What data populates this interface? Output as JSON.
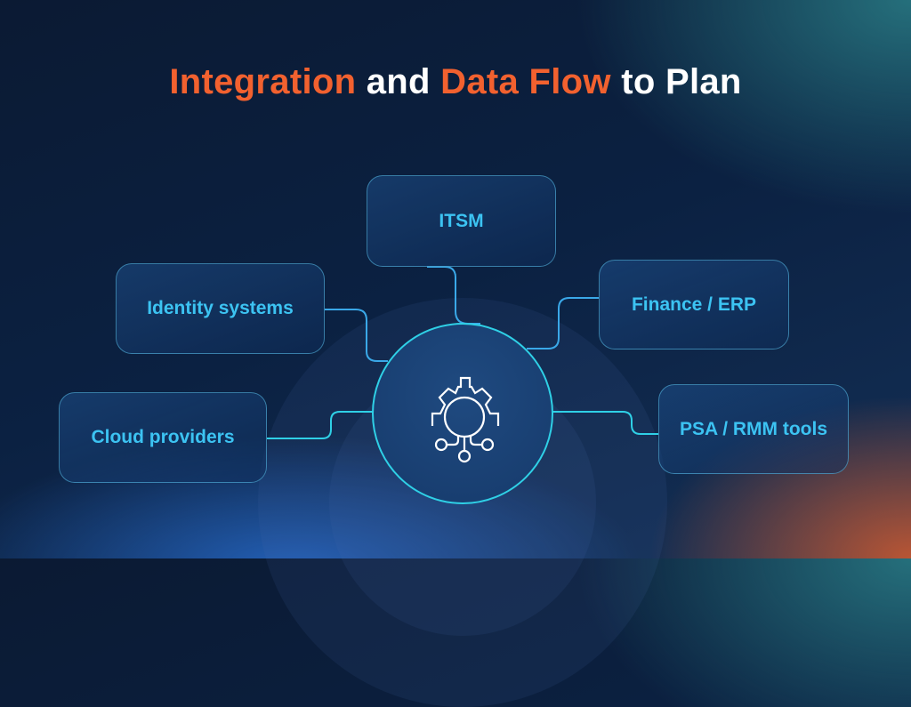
{
  "title": {
    "part1": "Integration",
    "part2": " and ",
    "part3": "Data Flow",
    "part4": " to Plan"
  },
  "hub": {
    "icon": "gear-network-icon"
  },
  "nodes": {
    "itsm": "ITSM",
    "identity": "Identity systems",
    "finance": "Finance / ERP",
    "cloud": "Cloud providers",
    "psa": "PSA / RMM tools"
  },
  "colors": {
    "accent": "#f2612f",
    "node_text": "#3cc3f2",
    "line": "#3aa8e8",
    "hub_border": "#2fd0e6"
  }
}
